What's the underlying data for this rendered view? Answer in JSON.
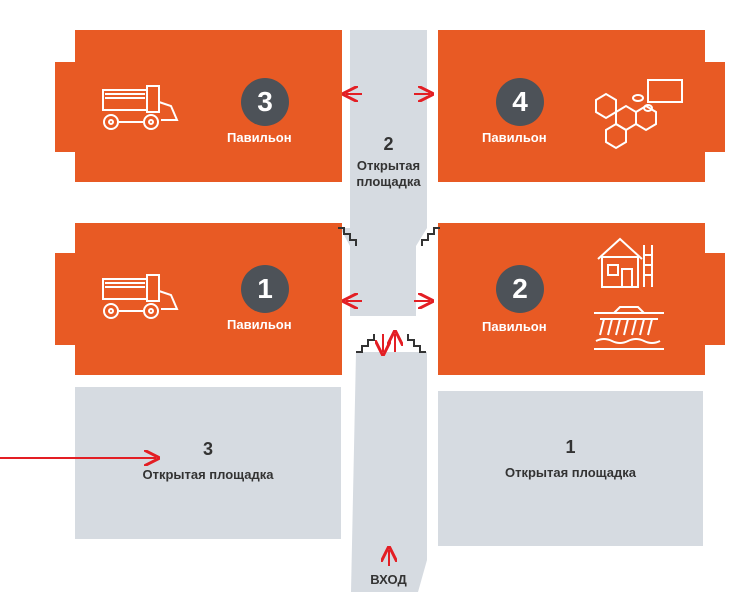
{
  "pavilions": [
    {
      "number": "3",
      "label": "Павильон",
      "icon": "combine-harvester-icon"
    },
    {
      "number": "4",
      "label": "Павильон",
      "icon": "molecule-icon"
    },
    {
      "number": "1",
      "label": "Павильон",
      "icon": "combine-harvester-icon"
    },
    {
      "number": "2",
      "label": "Павильон",
      "icon": "farm-building-icon"
    }
  ],
  "open_areas": [
    {
      "number": "2",
      "label": "Открытая площадка"
    },
    {
      "number": "3",
      "label": "Открытая площадка"
    },
    {
      "number": "1",
      "label": "Открытая площадка"
    }
  ],
  "entrance": {
    "label": "ВХОД"
  },
  "colors": {
    "pavilion": "#e85a24",
    "open_area": "#d6dbe1",
    "number_circle": "#4d5258",
    "arrow": "#e31e24"
  }
}
